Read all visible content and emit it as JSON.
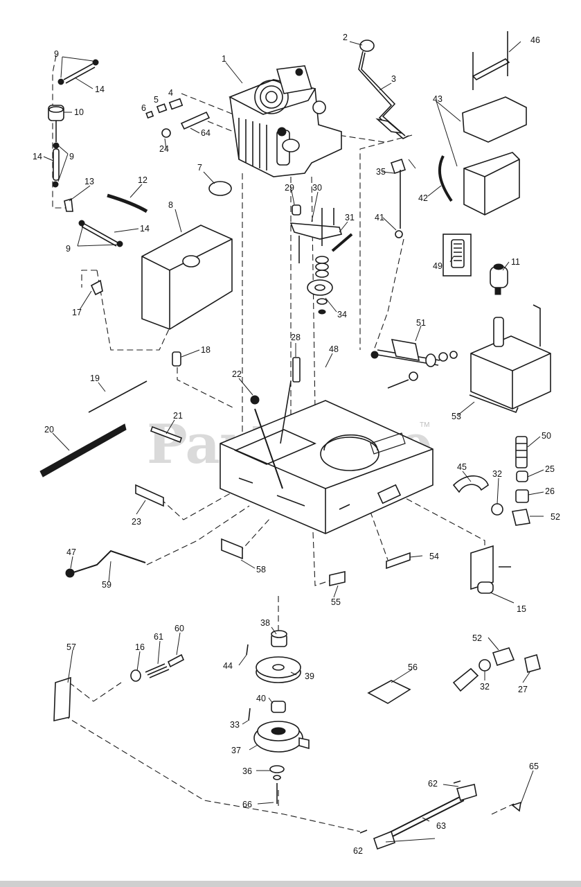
{
  "watermark": {
    "text": "PartsTree",
    "trademark": "TM"
  },
  "callouts": {
    "c1": "1",
    "c2": "2",
    "c3": "3",
    "c4": "4",
    "c5": "5",
    "c6": "6",
    "c7": "7",
    "c8": "8",
    "c9a": "9",
    "c9b": "9",
    "c9c": "9",
    "c10": "10",
    "c11": "11",
    "c12": "12",
    "c13": "13",
    "c14a": "14",
    "c14b": "14",
    "c14c": "14",
    "c15": "15",
    "c16": "16",
    "c17": "17",
    "c18": "18",
    "c19": "19",
    "c20": "20",
    "c21": "21",
    "c22": "22",
    "c23": "23",
    "c24": "24",
    "c25": "25",
    "c26": "26",
    "c27": "27",
    "c28": "28",
    "c29": "29",
    "c30": "30",
    "c31": "31",
    "c32a": "32",
    "c32b": "32",
    "c33": "33",
    "c34": "34",
    "c35": "35",
    "c36": "36",
    "c37": "37",
    "c38": "38",
    "c39": "39",
    "c40": "40",
    "c41": "41",
    "c42": "42",
    "c43": "43",
    "c44": "44",
    "c45": "45",
    "c46": "46",
    "c47": "47",
    "c48": "48",
    "c49": "49",
    "c50": "50",
    "c51": "51",
    "c52a": "52",
    "c52b": "52",
    "c53": "53",
    "c54": "54",
    "c55": "55",
    "c56": "56",
    "c57": "57",
    "c58": "58",
    "c59": "59",
    "c60": "60",
    "c61": "61",
    "c62a": "62",
    "c62b": "62",
    "c63": "63",
    "c64": "64",
    "c65": "65",
    "c66": "66"
  }
}
